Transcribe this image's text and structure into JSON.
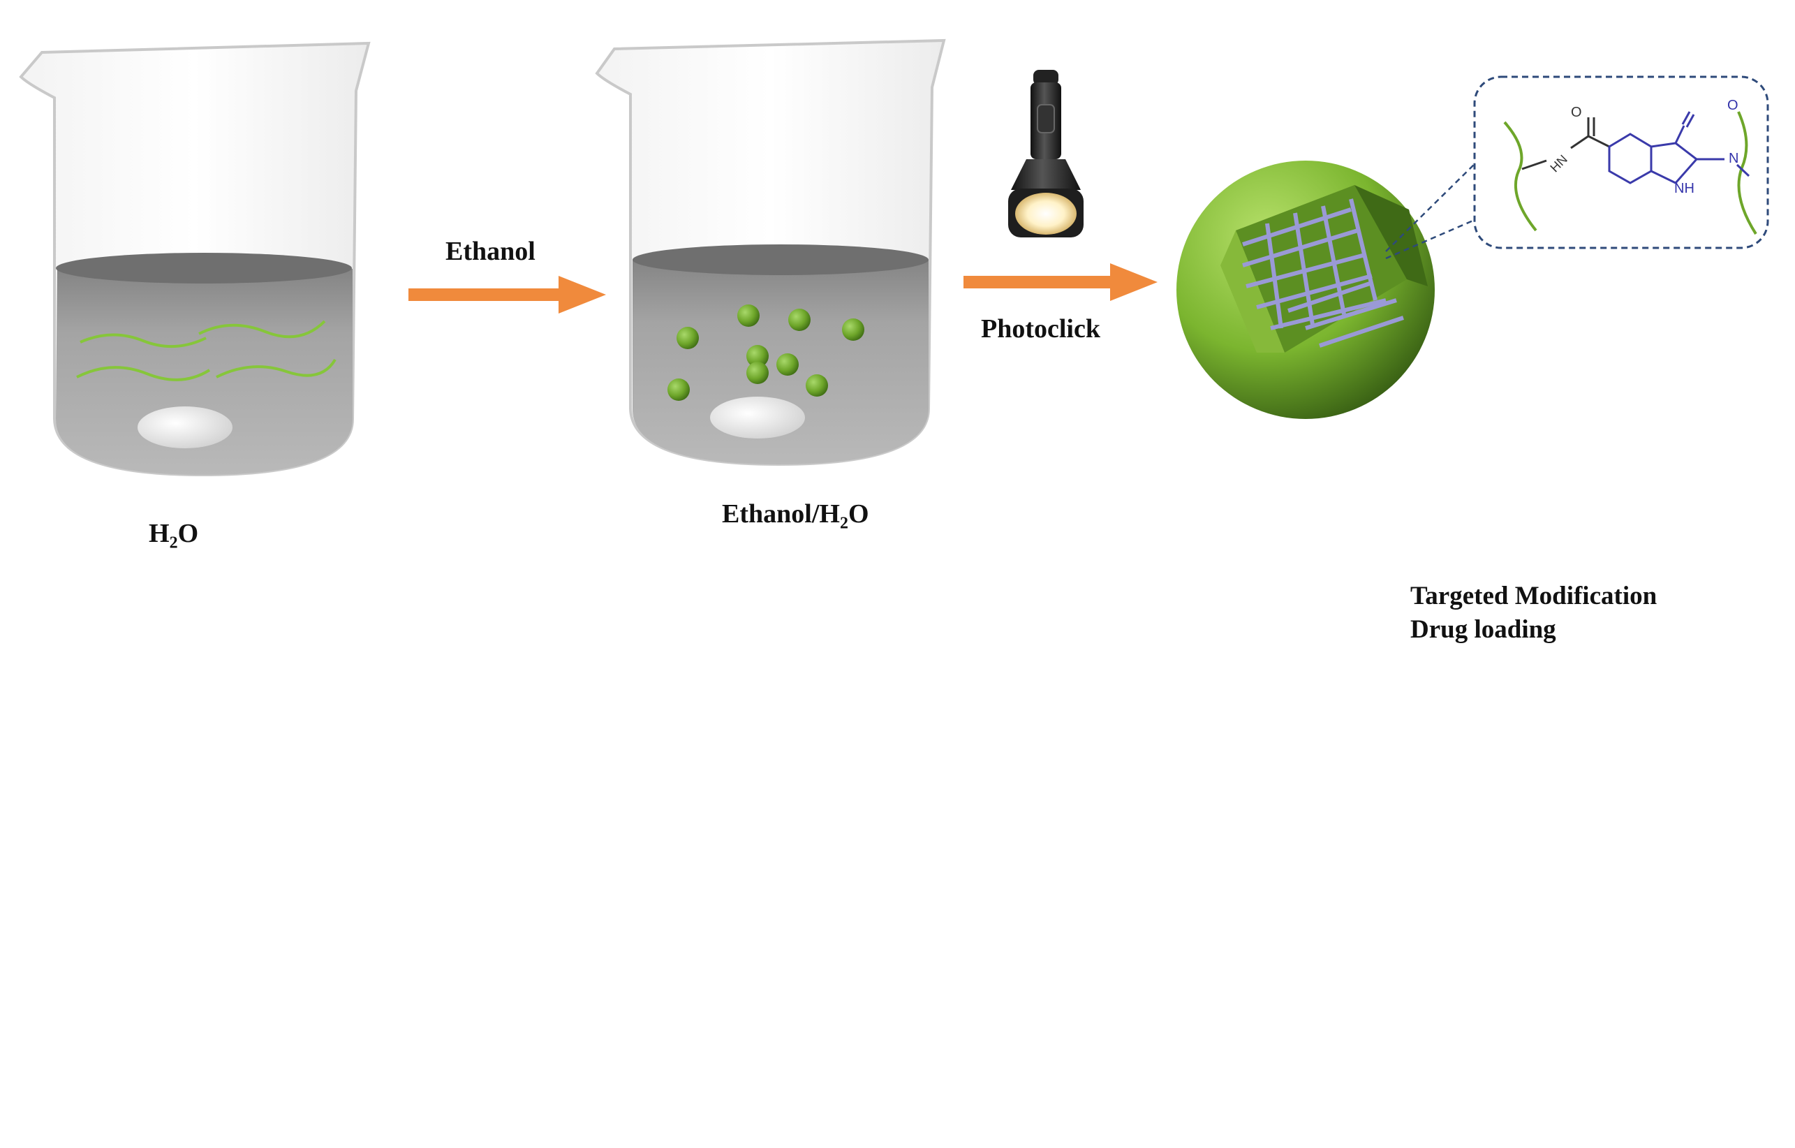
{
  "labels": {
    "ethanol": "Ethanol",
    "h2o_main": "H",
    "h2o_sub": "2",
    "h2o_end": "O",
    "ethanol_h2o_main": "Ethanol/H",
    "ethanol_h2o_sub": "2",
    "ethanol_h2o_end": "O",
    "photoclick": "Photoclick",
    "targeted_modification": "Targeted Modification",
    "drug_loading": "Drug loading"
  },
  "chemistry": {
    "amide_nh": "HN",
    "carbonyl_o": "O",
    "ring_o": "O",
    "ring_nh": "NH",
    "ring_n": "N"
  },
  "colors": {
    "arrow_orange": "#f08a3c",
    "nanoparticle_green": "#6ea62a",
    "fiber_green": "#7bbf3a",
    "network_lavender": "#9a9ad6",
    "molecule_blue": "#3a3aaa",
    "tumor_red": "#e8121d",
    "liquid_gray": "#9a9a9a",
    "callout_dash": "#2e4a7a"
  }
}
